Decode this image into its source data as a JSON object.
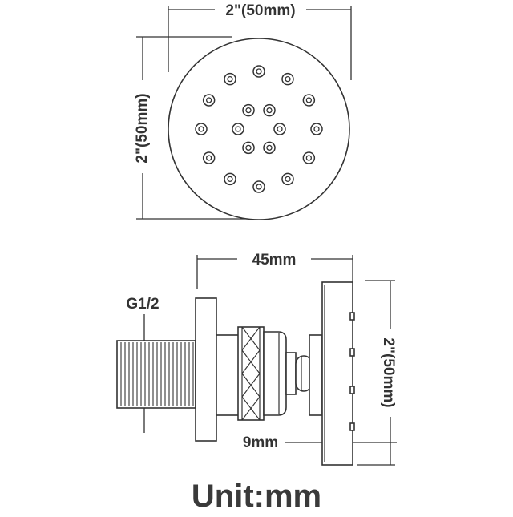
{
  "front_view": {
    "width_label": "2\"(50mm)",
    "height_label": "2\"(50mm)",
    "nozzles": 18
  },
  "side_view": {
    "length_label": "45mm",
    "thread_label": "G1/2",
    "height_label": "2\"(50mm)",
    "plate_label": "9mm"
  },
  "footer": {
    "unit_label": "Unit:mm"
  }
}
